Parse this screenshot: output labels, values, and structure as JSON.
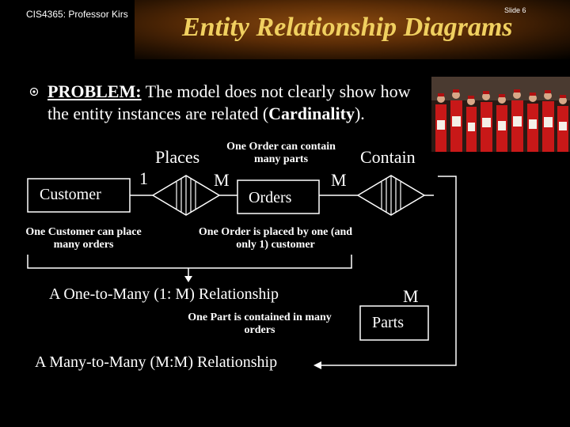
{
  "header": {
    "course": "CIS4365: Professor Kirs",
    "slide_number": "Slide 6",
    "title": "Entity Relationship Diagrams"
  },
  "problem": {
    "label": "PROBLEM:",
    "text_before": " The model does not clearly show how the entity instances are related (",
    "emphasis": "Cardinality",
    "text_after": ")."
  },
  "diagram": {
    "entities": {
      "customer": "Customer",
      "orders": "Orders",
      "parts": "Parts"
    },
    "relationships": {
      "places": "Places",
      "contain": "Contain"
    },
    "cardinalities": {
      "customer_places": "1",
      "places_orders": "M",
      "orders_contain": "M",
      "contain_parts": "M"
    },
    "notes": {
      "order_contains_parts": "One Order can contain many parts",
      "customer_places_orders": "One Customer can place many orders",
      "order_placed_by_customer": "One Order is placed by one (and only 1) customer",
      "part_in_orders": "One Part is contained in many orders"
    },
    "summaries": {
      "one_to_many": "A One-to-Many (1: M) Relationship",
      "many_to_many": "A Many-to-Many (M:M) Relationship"
    }
  },
  "colors": {
    "title": "#f0d060",
    "text": "#ffffff",
    "background": "#000000"
  }
}
